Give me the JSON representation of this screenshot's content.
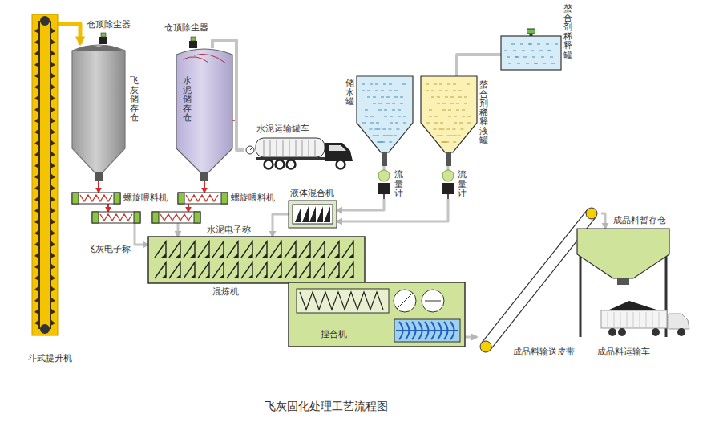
{
  "diagram": {
    "caption": "飞灰固化处理工艺流程图",
    "nodes": [
      {
        "text": [
          "斗式提升机"
        ]
      },
      {
        "text": [
          "飞灰储存仓"
        ]
      },
      {
        "text": [
          "水泥储存仓"
        ]
      },
      {
        "text": [
          "水泥运输罐车"
        ]
      },
      {
        "text": [
          "储水罐"
        ]
      },
      {
        "text": [
          "螯合剂稀释液罐"
        ]
      },
      {
        "text": [
          "螯合剂稀释罐"
        ]
      },
      {
        "text": [
          "螺旋喂料机"
        ]
      },
      {
        "text": [
          "螺旋喂料机"
        ]
      },
      {
        "text": [
          "流量计"
        ]
      },
      {
        "text": [
          "流量计"
        ]
      },
      {
        "text": [
          "液体混合机"
        ]
      },
      {
        "text": [
          "飞灰电子称"
        ]
      },
      {
        "text": [
          "水泥电子称"
        ]
      },
      {
        "text": [
          "混炼机"
        ]
      },
      {
        "text": [
          "捏合机"
        ]
      },
      {
        "text": [
          "成品料输送皮带"
        ]
      },
      {
        "text": [
          "成品料暂存仓"
        ]
      },
      {
        "text": [
          "成品料运输车"
        ]
      }
    ],
    "edges": [
      {
        "from": 0,
        "to": 1,
        "arrow": "to"
      },
      {
        "from": 1,
        "to": 7,
        "arrow": "to"
      },
      {
        "from": 2,
        "to": 8,
        "arrow": "to"
      },
      {
        "from": 3,
        "to": 2,
        "arrow": "none"
      },
      {
        "from": 6,
        "to": 5,
        "arrow": "none"
      },
      {
        "from": 4,
        "to": 9,
        "arrow": "none"
      },
      {
        "from": 5,
        "to": 10,
        "arrow": "none"
      },
      {
        "from": 9,
        "to": 11,
        "arrow": "to"
      },
      {
        "from": 10,
        "to": 11,
        "arrow": "to"
      },
      {
        "from": 7,
        "to": 12,
        "arrow": "to"
      },
      {
        "from": 8,
        "to": 13,
        "arrow": "to"
      },
      {
        "from": 12,
        "to": 14,
        "arrow": "to"
      },
      {
        "from": 13,
        "to": 14,
        "arrow": "to"
      },
      {
        "from": 11,
        "to": 14,
        "arrow": "to"
      },
      {
        "from": 15,
        "to": 16,
        "arrow": "to"
      },
      {
        "from": 16,
        "to": 17,
        "arrow": "to"
      }
    ],
    "labels": [
      "仓顶除尘器",
      "仓顶除尘器"
    ]
  }
}
